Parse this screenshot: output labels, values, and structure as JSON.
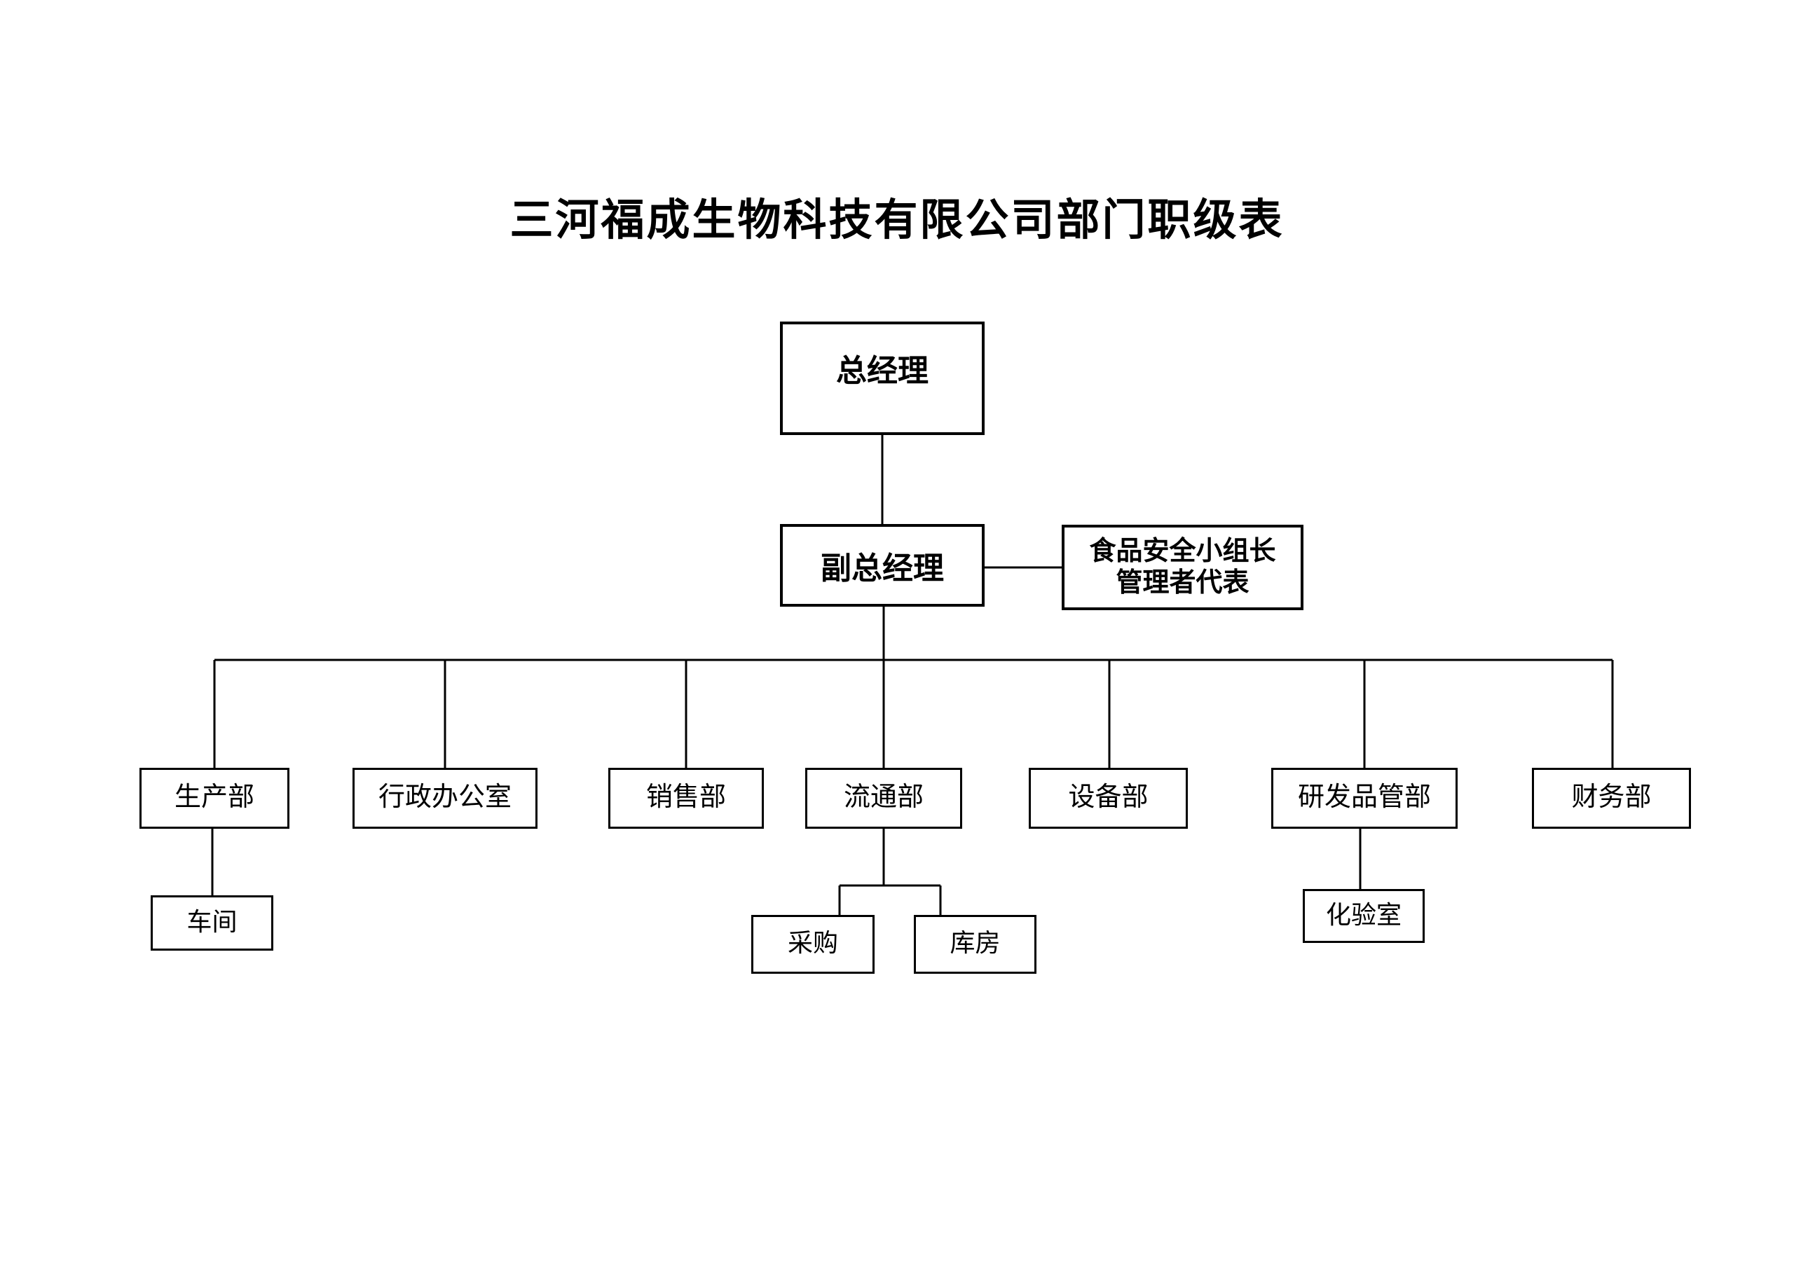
{
  "title": "三河福成生物科技有限公司部门职级表",
  "org": {
    "root": {
      "label": "总经理"
    },
    "deputy": {
      "label": "副总经理"
    },
    "staff_box": {
      "label_line1": "食品安全小组长",
      "label_line2": "管理者代表",
      "attached_to": "副总经理"
    },
    "departments": [
      {
        "label": "生产部"
      },
      {
        "label": "行政办公室"
      },
      {
        "label": "销售部"
      },
      {
        "label": "流通部"
      },
      {
        "label": "设备部"
      },
      {
        "label": "研发品管部"
      },
      {
        "label": "财务部"
      }
    ],
    "sub_units": [
      {
        "label": "车间",
        "parent": "生产部"
      },
      {
        "label": "采购",
        "parent": "流通部"
      },
      {
        "label": "库房",
        "parent": "流通部"
      },
      {
        "label": "化验室",
        "parent": "研发品管部"
      }
    ]
  },
  "colors": {
    "background": "#ffffff",
    "line": "#000000",
    "text": "#000000"
  }
}
